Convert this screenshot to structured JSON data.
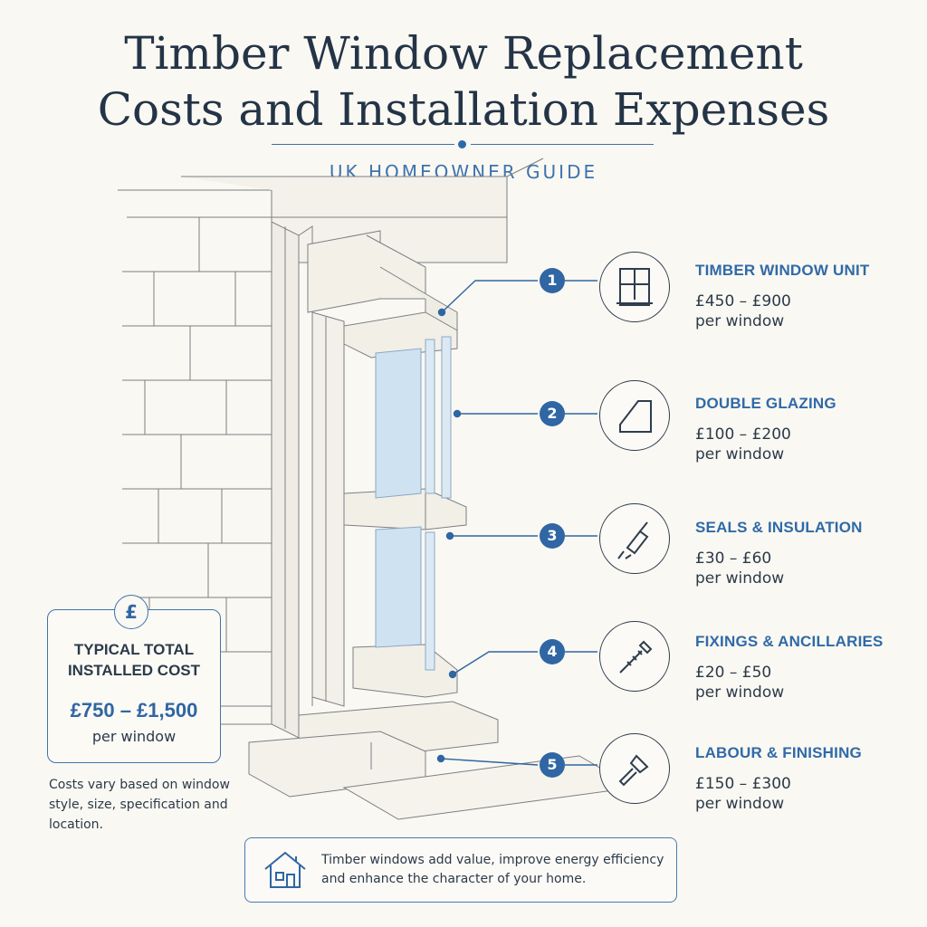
{
  "title": {
    "line1": "Timber Window Replacement",
    "line2": "Costs and Installation Expenses"
  },
  "subtitle": "UK HOMEOWNER GUIDE",
  "components": [
    {
      "number": "1",
      "title": "TIMBER WINDOW UNIT",
      "price": "£450 – £900",
      "unit": "per window",
      "icon": "window-icon"
    },
    {
      "number": "2",
      "title": "DOUBLE GLAZING",
      "price": "£100 – £200",
      "unit": "per window",
      "icon": "glass-pane-icon"
    },
    {
      "number": "3",
      "title": "SEALS & INSULATION",
      "price": "£30 – £60",
      "unit": "per window",
      "icon": "sealant-tube-icon"
    },
    {
      "number": "4",
      "title": "FIXINGS & ANCILLARIES",
      "price": "£20 – £50",
      "unit": "per window",
      "icon": "screw-icon"
    },
    {
      "number": "5",
      "title": "LABOUR & FINISHING",
      "price": "£150 – £300",
      "unit": "per window",
      "icon": "paintbrush-icon"
    }
  ],
  "total": {
    "symbol": "£",
    "label_line1": "TYPICAL TOTAL",
    "label_line2": "INSTALLED COST",
    "price": "£750 – £1,500",
    "unit": "per window"
  },
  "note": "Costs vary based on window style, size, specification and location.",
  "footer": {
    "icon": "house-icon",
    "text": "Timber windows add value, improve energy efficiency and enhance the character of your home."
  },
  "colors": {
    "accent": "#2f66a3",
    "text": "#2b3a4a",
    "background": "#faf8f2",
    "glass": "#cfe2f2"
  }
}
